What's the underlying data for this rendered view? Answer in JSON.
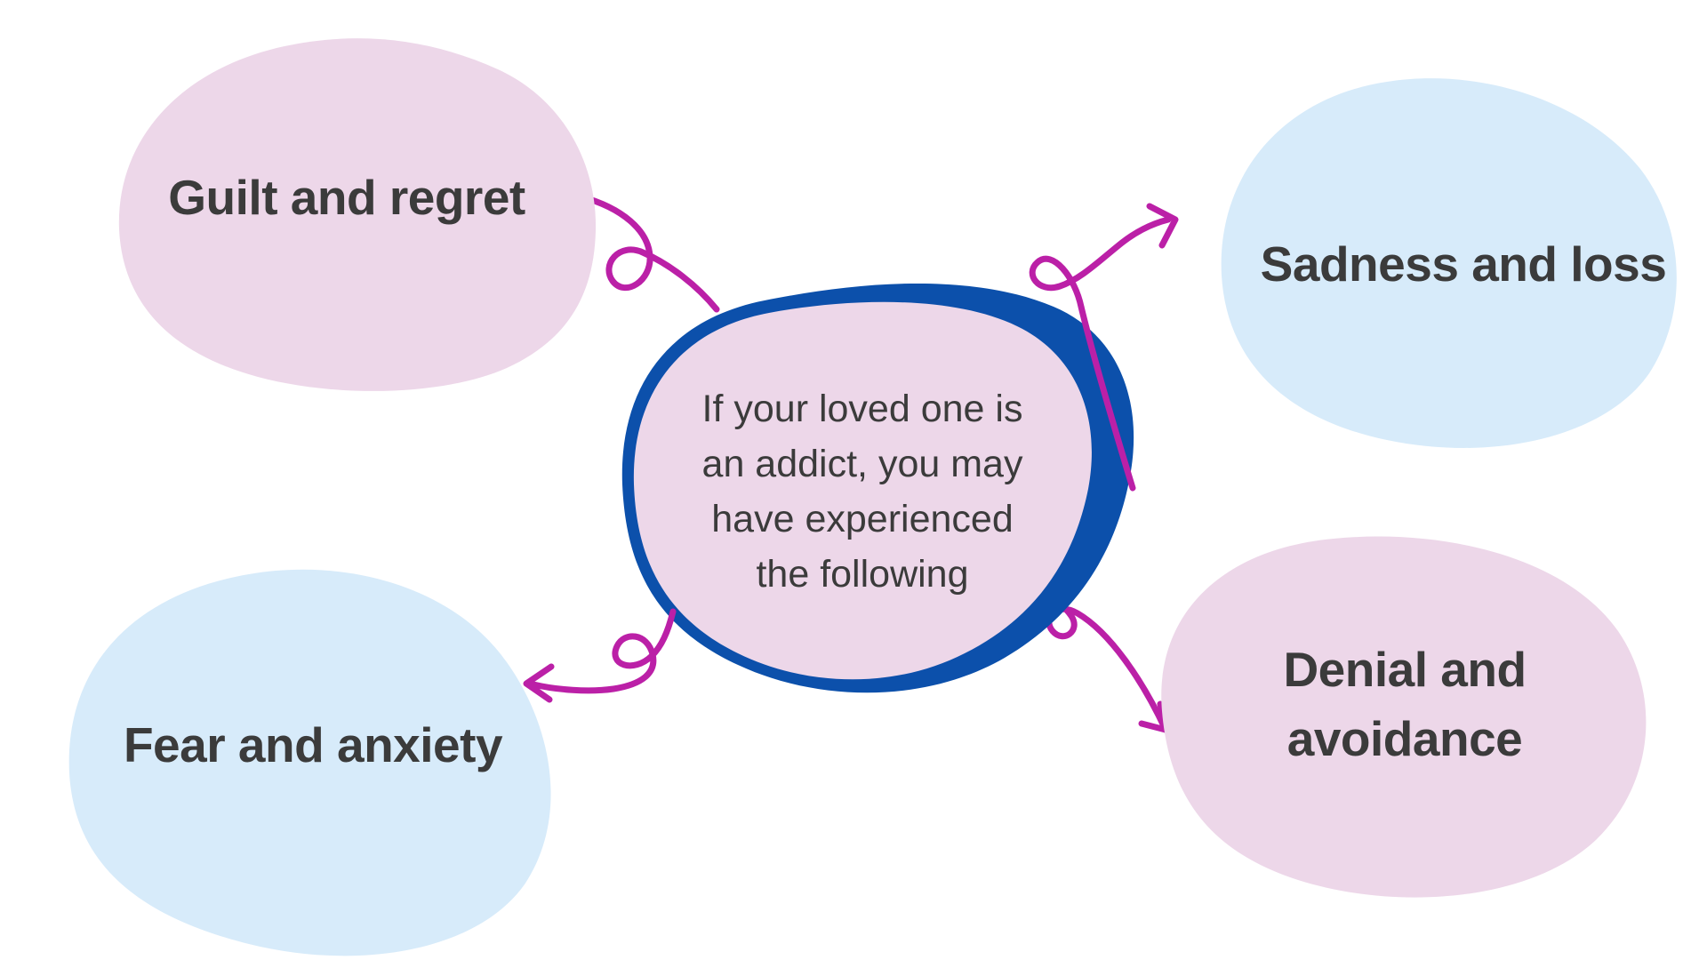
{
  "theme": {
    "background": "#ffffff",
    "blob_pink": "#edd7e9",
    "blob_blue": "#d7ebfa",
    "outline_blue": "#0c50ab",
    "connector_magenta": "#bb20a7",
    "text_dark": "#3b3b3b"
  },
  "center_node": {
    "text": "If your loved one is an addict, you may have experienced the following",
    "lines": [
      "If your loved one is",
      "an addict, you may",
      "have experienced",
      "the following"
    ]
  },
  "nodes": [
    {
      "id": "guilt",
      "label": "Guilt and regret",
      "blob_color": "pink",
      "position": "top-left"
    },
    {
      "id": "sadness",
      "label": "Sadness and loss",
      "blob_color": "blue",
      "position": "top-right"
    },
    {
      "id": "fear",
      "label": "Fear and anxiety",
      "blob_color": "blue",
      "position": "bottom-left"
    },
    {
      "id": "denial",
      "label": "Denial and avoidance",
      "lines": [
        "Denial and",
        "avoidance"
      ],
      "blob_color": "pink",
      "position": "bottom-right"
    }
  ]
}
